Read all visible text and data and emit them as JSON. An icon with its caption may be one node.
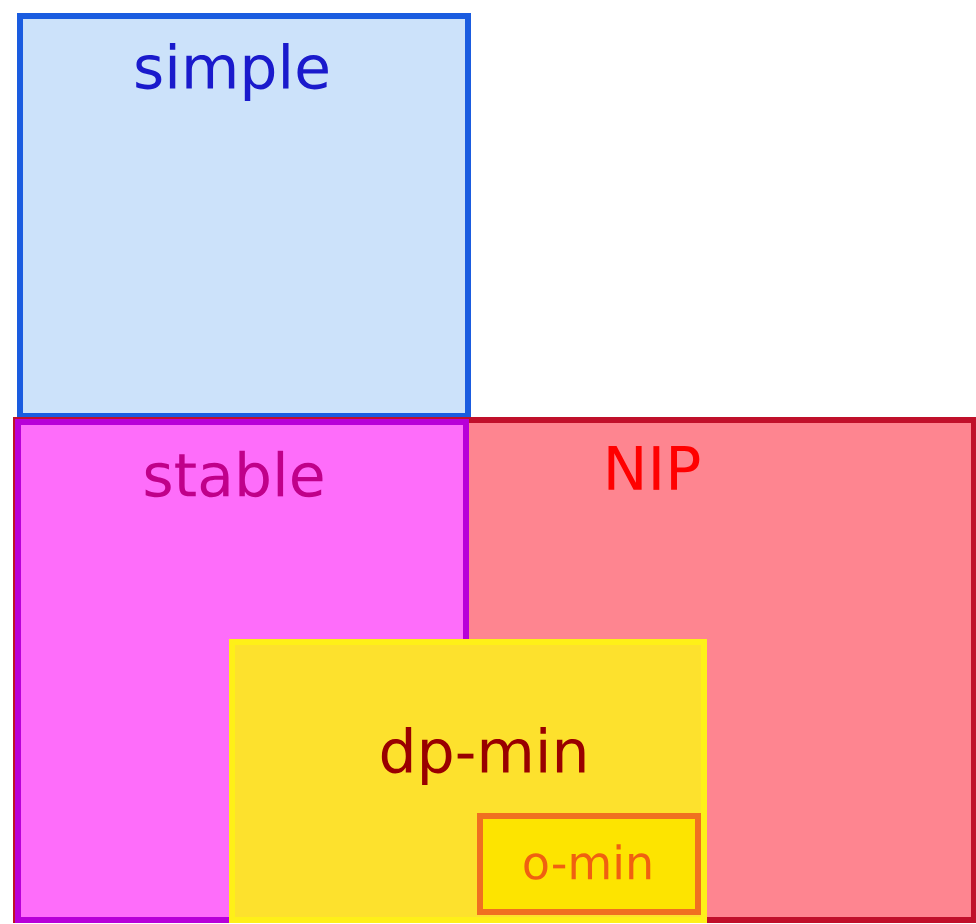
{
  "diagram": {
    "nodes": [
      {
        "text": [
          "simple"
        ]
      },
      {
        "text": [
          "NIP"
        ]
      },
      {
        "text": [
          "stable"
        ],
        "in": 1
      },
      {
        "text": [
          "dp-min"
        ],
        "in": 1
      },
      {
        "text": [
          "o-min"
        ],
        "in": 3
      }
    ]
  }
}
